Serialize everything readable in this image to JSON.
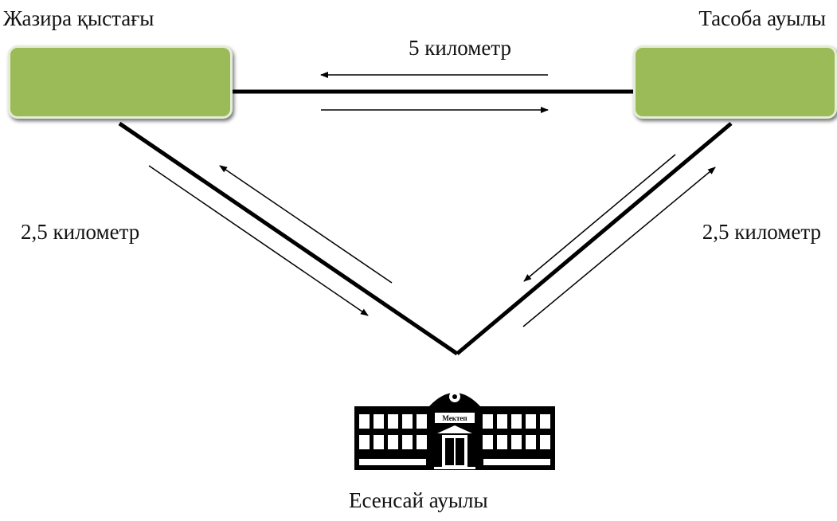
{
  "places": {
    "left": "Жазира қыстағы",
    "right": "Тасоба ауылы",
    "bottom": "Есенсай ауылы"
  },
  "distances": {
    "top": "5 километр",
    "left": "2,5 километр",
    "right": "2,5 километр"
  },
  "school_sign": "Мектеп",
  "colors": {
    "box_fill": "#9bbb59",
    "box_border": "#e4eed6",
    "road": "#000000",
    "arrow": "#000000"
  },
  "icons": {
    "school": "school-building-icon"
  }
}
